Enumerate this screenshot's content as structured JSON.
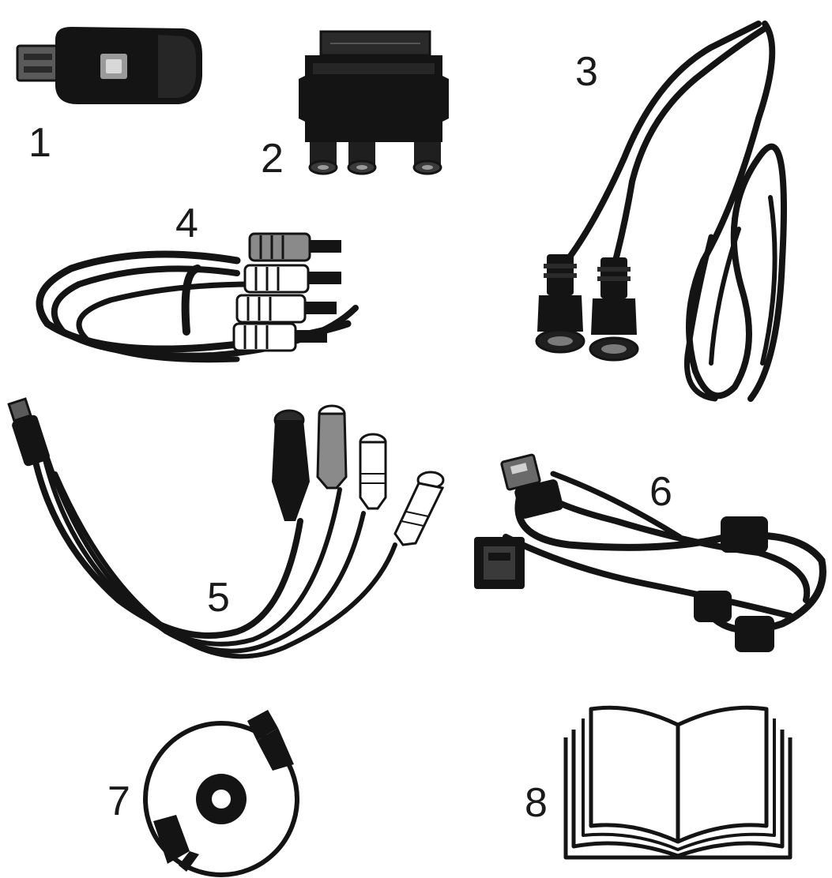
{
  "labels": {
    "usb_stick": "1",
    "scart_adapter": "2",
    "svideo_cable": "3",
    "rca_cable": "4",
    "breakout_cable": "5",
    "usb_extension": "6",
    "cd": "7",
    "manual": "8"
  },
  "colors": {
    "ink": "#141414",
    "mid": "#3a3a3a",
    "grey": "#8a8a8a",
    "light": "#e8e8e8",
    "paper": "#ffffff"
  }
}
